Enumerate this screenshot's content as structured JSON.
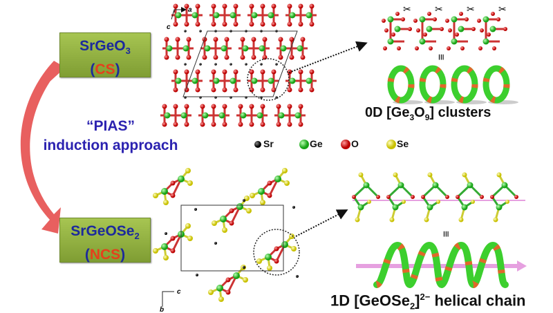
{
  "compound_top": {
    "formula": "SrGeO",
    "subscript": "3",
    "paren_open": "(",
    "tag": "CS",
    "paren_close": ")"
  },
  "compound_bottom": {
    "formula": "SrGeOSe",
    "subscript": "2",
    "paren_open": "(",
    "tag": "NCS",
    "paren_close": ")"
  },
  "approach": {
    "line1": "“PIAS”",
    "line2": "induction approach"
  },
  "axes_top": {
    "horizontal": "a",
    "vertical": "c"
  },
  "axes_bottom": {
    "horizontal": "c",
    "vertical": "b"
  },
  "legend": [
    {
      "label": "Sr",
      "color": "#000000"
    },
    {
      "label": "Ge",
      "color": "#22c322"
    },
    {
      "label": "O",
      "color": "#d81414"
    },
    {
      "label": "Se",
      "color": "#e8e030"
    }
  ],
  "cluster_label": {
    "pre": "0D [Ge",
    "s1": "3",
    "mid": "O",
    "s2": "9",
    "post": "] clusters"
  },
  "chain_label": {
    "pre": "1D [GeOSe",
    "s1": "2",
    "post": "]",
    "sup": "2−",
    "tail": " helical chain"
  },
  "equiv": "≡",
  "colors": {
    "box": "#8fb03e",
    "formula_text": "#1c2a9c",
    "tag_text": "#e5401c",
    "approach_text": "#2b22b0",
    "arrow": "#e8605f",
    "torus_green": "#3ccf2e",
    "torus_band": "#e0682a",
    "helix_axis": "#e6a0e0"
  }
}
